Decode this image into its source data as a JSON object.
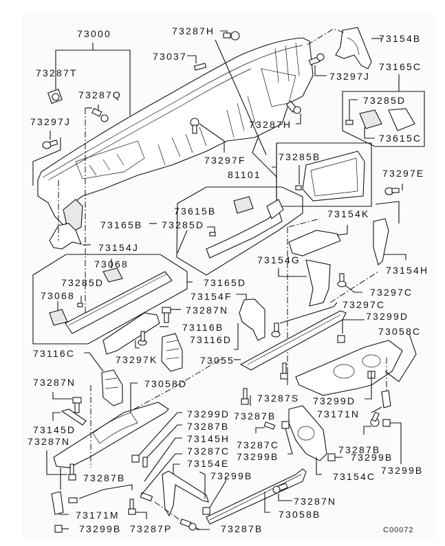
{
  "diagram": {
    "type": "exploded-parts-diagram",
    "subject": "Instrument panel (dashboard) assembly and reinforcement",
    "figure_code": "C00072",
    "labels": [
      {
        "id": "73000",
        "text": "73000"
      },
      {
        "id": "73287H_top",
        "text": "73287H"
      },
      {
        "id": "73037",
        "text": "73037"
      },
      {
        "id": "73154B",
        "text": "73154B"
      },
      {
        "id": "73287T",
        "text": "73287T"
      },
      {
        "id": "73297J_right",
        "text": "73297J"
      },
      {
        "id": "73165C",
        "text": "73165C"
      },
      {
        "id": "73287Q",
        "text": "73287Q"
      },
      {
        "id": "73285D_c",
        "text": "73285D"
      },
      {
        "id": "73297J_left",
        "text": "73297J"
      },
      {
        "id": "73287H_mid",
        "text": "73287H"
      },
      {
        "id": "73615C",
        "text": "73615C"
      },
      {
        "id": "73297F",
        "text": "73297F"
      },
      {
        "id": "73285B",
        "text": "73285B"
      },
      {
        "id": "81101",
        "text": "81101"
      },
      {
        "id": "73297E",
        "text": "73297E"
      },
      {
        "id": "73615B",
        "text": "73615B"
      },
      {
        "id": "73165B",
        "text": "73165B"
      },
      {
        "id": "73285D_b",
        "text": "73285D"
      },
      {
        "id": "73154K",
        "text": "73154K"
      },
      {
        "id": "73154J",
        "text": "73154J"
      },
      {
        "id": "73068_top",
        "text": "73068"
      },
      {
        "id": "73154G",
        "text": "73154G"
      },
      {
        "id": "73154H",
        "text": "73154H"
      },
      {
        "id": "73285D_d",
        "text": "73285D"
      },
      {
        "id": "73165D",
        "text": "73165D"
      },
      {
        "id": "73068_left",
        "text": "73068"
      },
      {
        "id": "73154F",
        "text": "73154F"
      },
      {
        "id": "73297C_a",
        "text": "73297C"
      },
      {
        "id": "73287N_a",
        "text": "73287N"
      },
      {
        "id": "73297C_b",
        "text": "73297C"
      },
      {
        "id": "73116B",
        "text": "73116B"
      },
      {
        "id": "73299D_a",
        "text": "73299D"
      },
      {
        "id": "73116D",
        "text": "73116D"
      },
      {
        "id": "73058C",
        "text": "73058C"
      },
      {
        "id": "73297K",
        "text": "73297K"
      },
      {
        "id": "73116C",
        "text": "73116C"
      },
      {
        "id": "73055",
        "text": "73055"
      },
      {
        "id": "73287N_b",
        "text": "73287N"
      },
      {
        "id": "73058D",
        "text": "73058D"
      },
      {
        "id": "73287S",
        "text": "73287S"
      },
      {
        "id": "73299D_b",
        "text": "73299D"
      },
      {
        "id": "73171N",
        "text": "73171N"
      },
      {
        "id": "73299D_c",
        "text": "73299D"
      },
      {
        "id": "73287B_a",
        "text": "73287B"
      },
      {
        "id": "73145D",
        "text": "73145D"
      },
      {
        "id": "73287B_b",
        "text": "73287B"
      },
      {
        "id": "73287N_c",
        "text": "73287N"
      },
      {
        "id": "73145H",
        "text": "73145H"
      },
      {
        "id": "73287C_a",
        "text": "73287C"
      },
      {
        "id": "73287B_c",
        "text": "73287B"
      },
      {
        "id": "73287C_b",
        "text": "73287C"
      },
      {
        "id": "73299B_a",
        "text": "73299B"
      },
      {
        "id": "73299B_b",
        "text": "73299B"
      },
      {
        "id": "73154E",
        "text": "73154E"
      },
      {
        "id": "73299B_c",
        "text": "73299B"
      },
      {
        "id": "73154C",
        "text": "73154C"
      },
      {
        "id": "73299B_d",
        "text": "73299B"
      },
      {
        "id": "73287B_d",
        "text": "73287B"
      },
      {
        "id": "73287N_d",
        "text": "73287N"
      },
      {
        "id": "73058B",
        "text": "73058B"
      },
      {
        "id": "73171M",
        "text": "73171M"
      },
      {
        "id": "73299B_e",
        "text": "73299B"
      },
      {
        "id": "73287P",
        "text": "73287P"
      },
      {
        "id": "73287B_e",
        "text": "73287B"
      }
    ]
  }
}
